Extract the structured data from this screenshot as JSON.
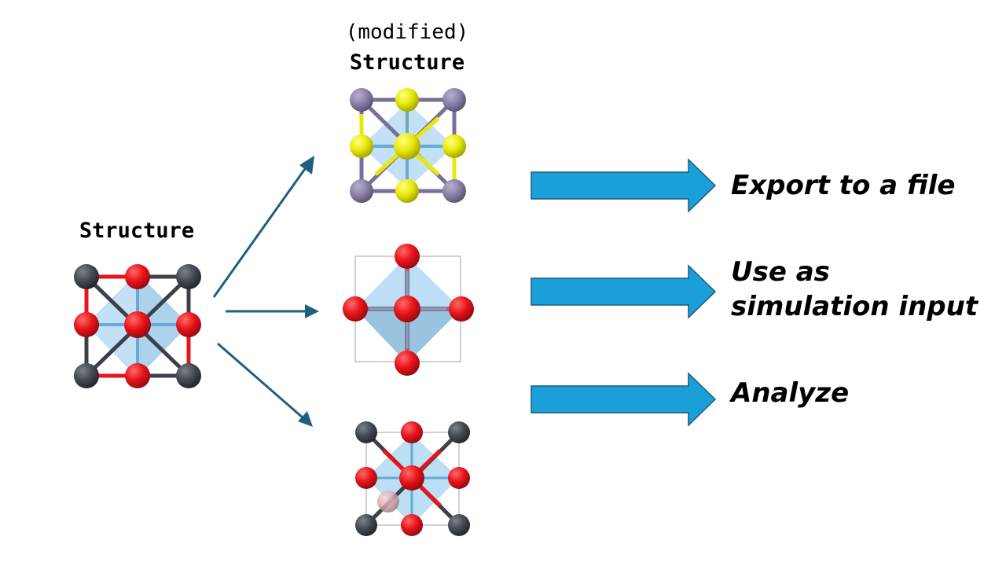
{
  "labels": {
    "source_structure": "Structure",
    "modified_prefix": "(modified)",
    "modified_structure": "Structure"
  },
  "actions": [
    {
      "line1": "Export to a file",
      "line2": ""
    },
    {
      "line1": "Use as",
      "line2": "simulation input"
    },
    {
      "line1": "Analyze",
      "line2": ""
    }
  ],
  "colors": {
    "flow_arrow": "#1f5f80",
    "action_arrow_fill": "#1a9fd8",
    "action_arrow_stroke": "#1d5a7a",
    "oxygen": "#e8141b",
    "dark_atom": "#454a52",
    "grey_violet_atom": "#8c82a8",
    "sulfur": "#e8e80c",
    "light_pink_atom": "#d9aab0",
    "octahedron": "#8fc9ef"
  },
  "icons": [
    "crystal-structure-source",
    "crystal-structure-substituted",
    "crystal-structure-octahedron",
    "crystal-structure-defect"
  ]
}
